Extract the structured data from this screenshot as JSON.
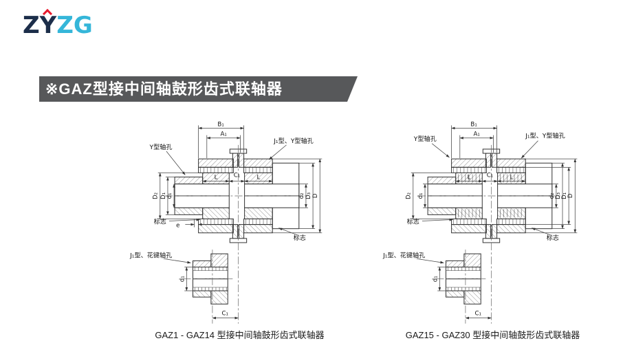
{
  "logo": {
    "zy": "ZY",
    "zg": "ZG",
    "navy_color": "#1c2e4a",
    "cyan_color": "#35b6d9",
    "red_color": "#e8192c"
  },
  "banner": {
    "title": "※GAZ型接中间轴鼓形齿式联轴器",
    "bg_color": "#57585a"
  },
  "left_diagram": {
    "caption": "GAZ1 - GAZ14 型接中间轴鼓形齿式联轴器",
    "labels": {
      "b1": "B₁",
      "a1": "A₁",
      "y_bore": "Y型轴孔",
      "j1_y_bore": "J₁型、Y型轴孔",
      "l_left": "L",
      "c1_mid": "C₁",
      "l_right": "L",
      "dim_D2": "D₂",
      "dim_D1": "D₁",
      "dim_d1": "d₁",
      "dim_d2": "d₂",
      "dim_D3": "D₃",
      "dim_D": "D",
      "mark_left": "标志",
      "mark_right": "标志",
      "e": "e",
      "spline_label": "J₁型、花键轴孔",
      "spline_d1": "d₁",
      "c1_bottom": "C₁"
    }
  },
  "right_diagram": {
    "caption": "GAZ15 - GAZ30 型接中间轴鼓形齿式联轴器",
    "labels": {
      "b1": "B₁",
      "a1": "A₁",
      "y_bore": "Y型轴孔",
      "j1_y_bore": "J₁型、Y型轴孔",
      "l_left": "L",
      "c1_mid": "C₁",
      "l_right": "L",
      "dim_D2": "D₂",
      "dim_d1": "d₁",
      "dim_d2": "d₂",
      "dim_D3": "D₃",
      "dim_D1": "D₁",
      "dim_D": "D",
      "mark_left": "标志",
      "mark_right": "标志",
      "spline_label": "J₁型、花键轴孔",
      "spline_d1": "d₁",
      "c1_bottom": "C₁"
    }
  }
}
